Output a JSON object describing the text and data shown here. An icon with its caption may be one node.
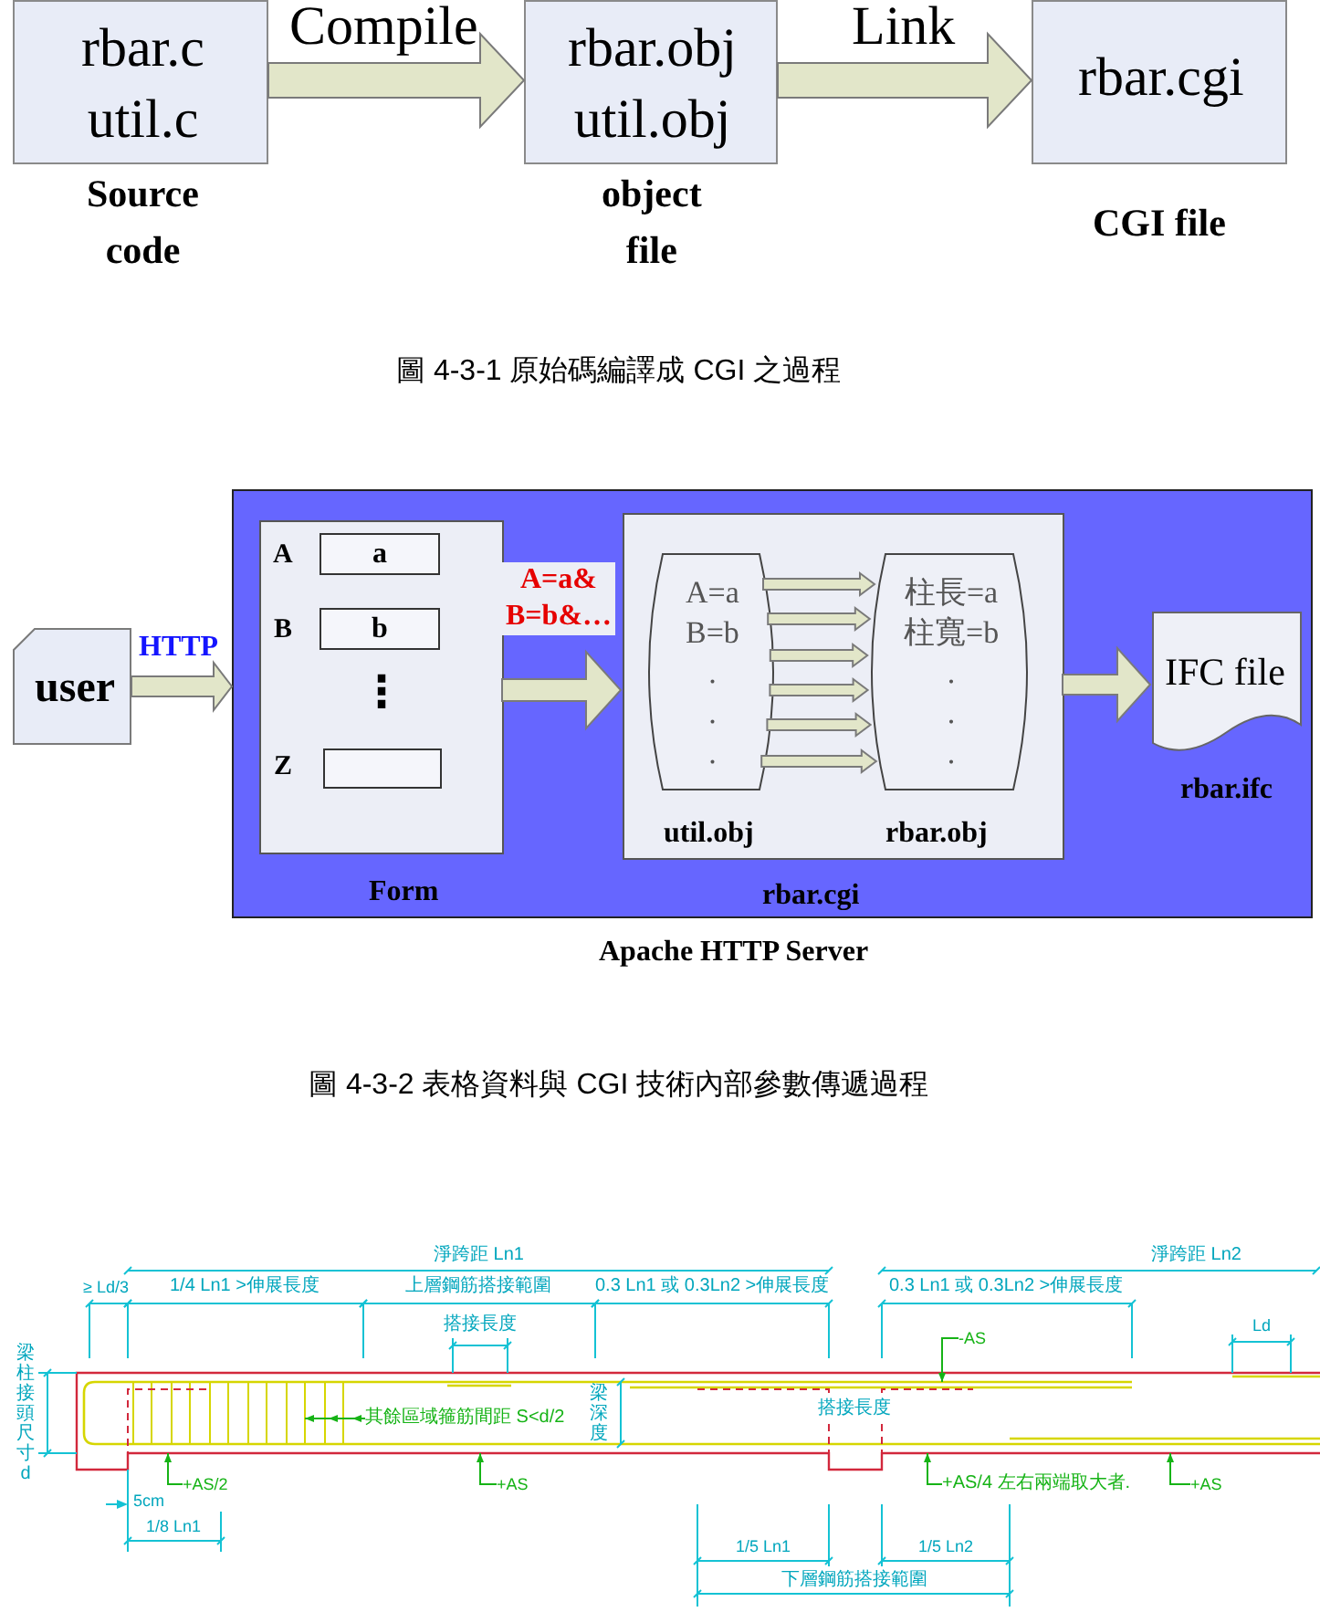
{
  "diagram": {
    "nodes": [
      {
        "text": [
          "rbar.c util.c"
        ],
        "beside": [
          "Source code"
        ]
      },
      {
        "text": [
          "rbar.obj util.obj"
        ],
        "beside": [
          "object file"
        ]
      },
      {
        "text": [
          "rbar.cgi"
        ],
        "beside": [
          "CGI file"
        ]
      },
      {
        "text": [
          "user"
        ]
      },
      {
        "text": [
          "Apache HTTP Server"
        ]
      },
      {
        "text": [
          "A",
          "B",
          "⋮",
          "Z"
        ],
        "beside": [
          "Form"
        ],
        "in": 4
      },
      {
        "text": [
          "a"
        ],
        "in": 5
      },
      {
        "text": [
          "b"
        ],
        "in": 5
      },
      {
        "text": [],
        "shape": "box",
        "in": 5
      },
      {
        "text": [
          "rbar.cgi"
        ],
        "in": 4
      },
      {
        "text": [
          "A=a B=b . . ."
        ],
        "beside": [
          "util.obj"
        ],
        "in": 9
      },
      {
        "text": [
          "柱長=a 柱寬=b . . ."
        ],
        "beside": [
          "rbar.obj"
        ],
        "in": 9
      },
      {
        "text": [
          "IFC file"
        ],
        "beside": [
          "rbar.ifc"
        ],
        "in": 4
      },
      {
        "text": [
          "-AS"
        ]
      },
      {
        "text": [
          "其餘區域箍筋間距 S<d/2"
        ]
      },
      {
        "text": [
          "+AS/2"
        ]
      },
      {
        "text": [
          "+AS"
        ]
      },
      {
        "text": [
          "+AS/4 左右兩端取大者."
        ]
      },
      {
        "text": [
          "+AS"
        ]
      }
    ],
    "edges": [
      {
        "from": 0,
        "to": 1,
        "arrow": "to",
        "label": "Compile",
        "style": "thick"
      },
      {
        "from": 1,
        "to": 2,
        "arrow": "to",
        "label": "Link",
        "style": "thick"
      },
      {
        "from": 3,
        "to": 4,
        "arrow": "to",
        "label": "HTTP",
        "style": "thick"
      },
      {
        "from": 5,
        "to": 9,
        "arrow": "to",
        "label": "A=a& B=b&…",
        "style": "thick"
      },
      {
        "from": 10,
        "to": 11,
        "arrow": "to",
        "style": "thick"
      },
      {
        "from": 10,
        "to": 11,
        "arrow": "to",
        "style": "thick"
      },
      {
        "from": 10,
        "to": 11,
        "arrow": "to",
        "style": "thick"
      },
      {
        "from": 10,
        "to": 11,
        "arrow": "to",
        "style": "thick"
      },
      {
        "from": 10,
        "to": 11,
        "arrow": "to",
        "style": "thick"
      },
      {
        "from": 10,
        "to": 11,
        "arrow": "to",
        "style": "thick"
      },
      {
        "from": 9,
        "to": 12,
        "arrow": "to",
        "style": "thick"
      },
      {
        "from": 13,
        "to": null,
        "arrow": "to",
        "color": "#16b316"
      },
      {
        "from": 14,
        "to": null,
        "arrow": "to",
        "color": "#16b316"
      },
      {
        "from": 15,
        "to": null,
        "arrow": "to",
        "color": "#16b316"
      },
      {
        "from": 16,
        "to": null,
        "arrow": "to",
        "color": "#16b316"
      },
      {
        "from": 17,
        "to": null,
        "arrow": "to",
        "color": "#16b316"
      },
      {
        "from": 18,
        "to": null,
        "arrow": "to",
        "color": "#16b316"
      }
    ],
    "labels": [
      "圖 4-3-1 原始碼編譯成 CGI 之過程",
      "圖 4-3-2 表格資料與 CGI 技術內部參數傳遞過程",
      "淨跨距 Ln1",
      "淨跨距 Ln2",
      "≥ Ld/3",
      "1/4 Ln1 >伸展長度",
      "上層鋼筋搭接範圍",
      "0.3 Ln1 或 0.3Ln2 >伸展長度",
      "0.3 Ln1 或 0.3Ln2 >伸展長度",
      "搭接長度",
      "Ld",
      "梁柱接頭尺寸d",
      "梁深度",
      "搭接長度",
      "5cm",
      "1/8 Ln1",
      "1/5 Ln1",
      "1/5 Ln2",
      "下層鋼筋搭接範圍"
    ]
  }
}
